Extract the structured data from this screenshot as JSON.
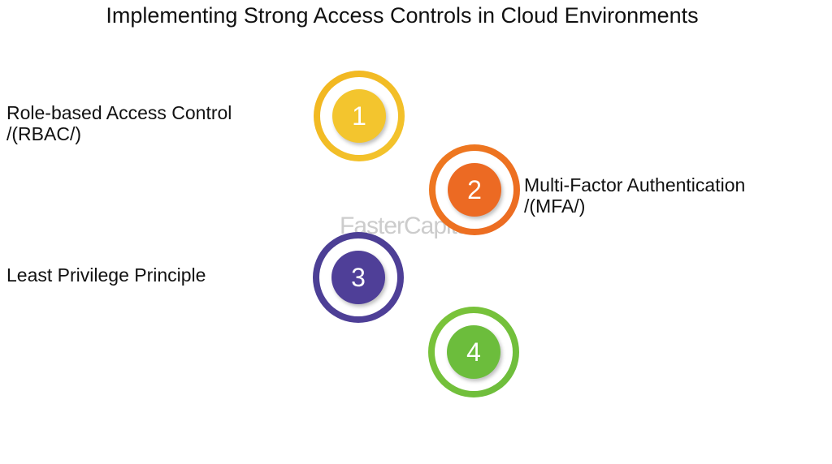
{
  "title": "Implementing Strong Access Controls in Cloud Environments",
  "watermark": "FasterCapital",
  "steps": [
    {
      "number": "1",
      "label_line1": "Role-based Access Control",
      "label_line2": "/(RBAC/)",
      "ring_color": "#f2b51e",
      "core_color": "#f3c52e"
    },
    {
      "number": "2",
      "label_line1": "Multi-Factor Authentication",
      "label_line2": "/(MFA/)",
      "ring_color": "#ee7a1f",
      "core_color": "#ec6a23"
    },
    {
      "number": "3",
      "label_line1": "Least Privilege Principle",
      "label_line2": "",
      "ring_color": "#4b3f94",
      "core_color": "#4f3f98"
    },
    {
      "number": "4",
      "label_line1": "",
      "label_line2": "",
      "ring_color": "#7cc43a",
      "core_color": "#6cbd3c"
    }
  ]
}
